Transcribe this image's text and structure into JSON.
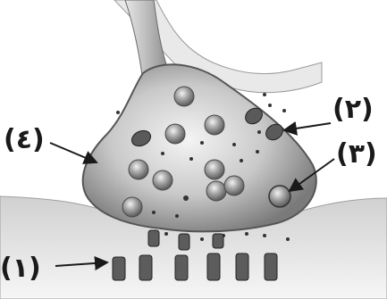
{
  "labels": {
    "one": "(١)",
    "two": "(٢)",
    "three": "(٣)",
    "four": "(٤)"
  },
  "colors": {
    "background": "#ffffff",
    "membrane_dark": "#6e6e6e",
    "membrane_light": "#d9d9d9",
    "vesicle": "#8a8a8a",
    "arrow": "#1a1a1a"
  }
}
